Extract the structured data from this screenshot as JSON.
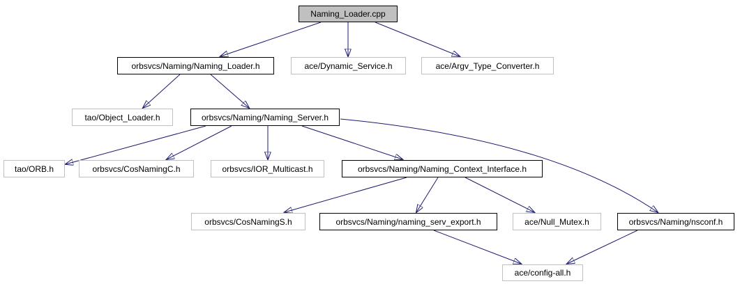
{
  "diagram": {
    "kind": "include-dependency-graph",
    "colors": {
      "background": "#ffffff",
      "edge": "#191970",
      "node_fill": "#ffffff",
      "root_fill": "#c0c0c0",
      "linked_border": "#000000",
      "plain_border": "#c0c0c0",
      "text": "#000000"
    },
    "nodes": [
      {
        "id": "naming-loader-cpp",
        "label": "Naming_Loader.cpp",
        "style": "current"
      },
      {
        "id": "naming-loader-h",
        "label": "orbsvcs/Naming/Naming_Loader.h",
        "style": "linked"
      },
      {
        "id": "dynamic-service-h",
        "label": "ace/Dynamic_Service.h",
        "style": "plain"
      },
      {
        "id": "argv-type-converter-h",
        "label": "ace/Argv_Type_Converter.h",
        "style": "plain"
      },
      {
        "id": "object-loader-h",
        "label": "tao/Object_Loader.h",
        "style": "plain"
      },
      {
        "id": "naming-server-h",
        "label": "orbsvcs/Naming/Naming_Server.h",
        "style": "linked"
      },
      {
        "id": "orb-h",
        "label": "tao/ORB.h",
        "style": "plain"
      },
      {
        "id": "cosnamingc-h",
        "label": "orbsvcs/CosNamingC.h",
        "style": "plain"
      },
      {
        "id": "ior-multicast-h",
        "label": "orbsvcs/IOR_Multicast.h",
        "style": "plain"
      },
      {
        "id": "naming-context-interface-h",
        "label": "orbsvcs/Naming/Naming_Context_Interface.h",
        "style": "linked"
      },
      {
        "id": "cosnamings-h",
        "label": "orbsvcs/CosNamingS.h",
        "style": "plain"
      },
      {
        "id": "naming-serv-export-h",
        "label": "orbsvcs/Naming/naming_serv_export.h",
        "style": "linked"
      },
      {
        "id": "null-mutex-h",
        "label": "ace/Null_Mutex.h",
        "style": "plain"
      },
      {
        "id": "nsconf-h",
        "label": "orbsvcs/Naming/nsconf.h",
        "style": "linked"
      },
      {
        "id": "config-all-h",
        "label": "ace/config-all.h",
        "style": "plain"
      }
    ],
    "edges": [
      {
        "from": "Naming_Loader.cpp",
        "to": "orbsvcs/Naming/Naming_Loader.h"
      },
      {
        "from": "Naming_Loader.cpp",
        "to": "ace/Dynamic_Service.h"
      },
      {
        "from": "Naming_Loader.cpp",
        "to": "ace/Argv_Type_Converter.h"
      },
      {
        "from": "orbsvcs/Naming/Naming_Loader.h",
        "to": "tao/Object_Loader.h"
      },
      {
        "from": "orbsvcs/Naming/Naming_Loader.h",
        "to": "orbsvcs/Naming/Naming_Server.h"
      },
      {
        "from": "orbsvcs/Naming/Naming_Server.h",
        "to": "tao/ORB.h"
      },
      {
        "from": "orbsvcs/Naming/Naming_Server.h",
        "to": "orbsvcs/CosNamingC.h"
      },
      {
        "from": "orbsvcs/Naming/Naming_Server.h",
        "to": "orbsvcs/IOR_Multicast.h"
      },
      {
        "from": "orbsvcs/Naming/Naming_Server.h",
        "to": "orbsvcs/Naming/Naming_Context_Interface.h"
      },
      {
        "from": "orbsvcs/Naming/Naming_Server.h",
        "to": "orbsvcs/Naming/nsconf.h"
      },
      {
        "from": "orbsvcs/Naming/Naming_Context_Interface.h",
        "to": "orbsvcs/CosNamingS.h"
      },
      {
        "from": "orbsvcs/Naming/Naming_Context_Interface.h",
        "to": "orbsvcs/Naming/naming_serv_export.h"
      },
      {
        "from": "orbsvcs/Naming/Naming_Context_Interface.h",
        "to": "ace/Null_Mutex.h"
      },
      {
        "from": "orbsvcs/Naming/naming_serv_export.h",
        "to": "ace/config-all.h"
      },
      {
        "from": "orbsvcs/Naming/nsconf.h",
        "to": "ace/config-all.h"
      }
    ]
  }
}
